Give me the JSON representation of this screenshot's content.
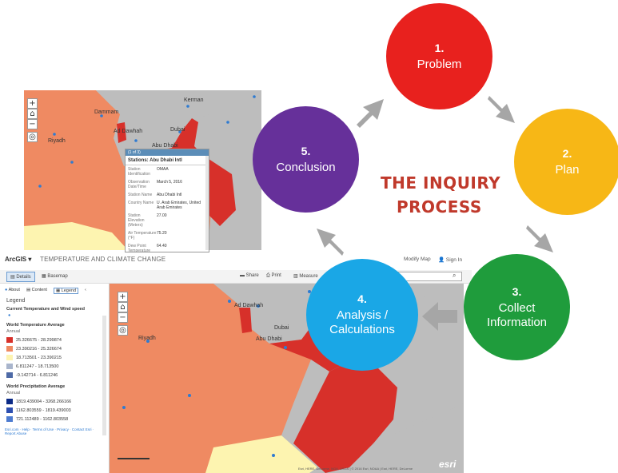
{
  "title": {
    "line1": "THE INQUIRY",
    "line2": "PROCESS"
  },
  "steps": [
    {
      "number": "1.",
      "label": "Problem",
      "color": "#e8211e"
    },
    {
      "number": "2.",
      "label": "Plan",
      "color": "#f7b716"
    },
    {
      "number": "3.",
      "label": "Collect\nInformation",
      "color": "#1f9c3c"
    },
    {
      "number": "4.",
      "label": "Analysis /\nCalculations",
      "color": "#1aa7e6"
    },
    {
      "number": "5.",
      "label": "Conclusion",
      "color": "#66309a"
    }
  ],
  "arrow_color": "#a6a6a6",
  "map_top": {
    "labels": {
      "doha": "Ad Dawhah",
      "riyadh": "Riyadh",
      "abudhabi": "Abu Dhabi",
      "dubai": "Dubai",
      "dammam": "Dammam",
      "shiraz": "Kerman"
    },
    "popup": {
      "pager": "(1 of 3)",
      "title": "Stations: Abu Dhabi Intl",
      "rows": [
        {
          "k": "Station Identification",
          "v": "OMAA"
        },
        {
          "k": "Observation Date/Time",
          "v": "March 5, 2016"
        },
        {
          "k": "Station Name",
          "v": "Abu Dhabi Intl"
        },
        {
          "k": "Country Name",
          "v": "U. Arab Emirates, United Arab Emirates"
        },
        {
          "k": "Station Elevation (Meters)",
          "v": "27.00"
        },
        {
          "k": "Air Temperature (°F)",
          "v": "75.20"
        },
        {
          "k": "Dew Point Temperature",
          "v": "64.40"
        }
      ]
    }
  },
  "arcgis": {
    "brand": "ArcGIS ▾",
    "map_title": "TEMPERATURE AND CLIMATE CHANGE",
    "modify": "Modify Map",
    "signin": "Sign In",
    "toolbar": {
      "details": "Details",
      "basemap": "Basemap",
      "share": "Share",
      "print": "Print",
      "measure": "Measure"
    },
    "tabs": {
      "about": "About",
      "content": "Content",
      "legend": "Legend"
    },
    "legend_heading": "Legend",
    "legend": {
      "current_title": "Current Temperature and Wind speed",
      "temp_title": "World Temperature Average",
      "temp_sub": "Annual",
      "temp_items": [
        {
          "label": "25.326675 - 28.299874",
          "color": "#d7302a"
        },
        {
          "label": "23.390216 - 25.326674",
          "color": "#ef8a62"
        },
        {
          "label": "18.713501 - 23.390215",
          "color": "#fdf4b0"
        },
        {
          "label": "6.811247 - 18.713500",
          "color": "#a9b5cc"
        },
        {
          "label": "-9.142714 - 6.811246",
          "color": "#4e6aa6"
        }
      ],
      "precip_title": "World Precipitation Average",
      "precip_sub": "Annual",
      "precip_items": [
        {
          "label": "1819.439004 - 3268.266166",
          "color": "#0b2a86"
        },
        {
          "label": "1162.803559 - 1819.439003",
          "color": "#2d4fb0"
        },
        {
          "label": "721.112489 - 1162.803558",
          "color": "#4d7bd0"
        }
      ],
      "footer": "Esri.com · Help · Terms of Use · Privacy · Contact Esri · Report Abuse"
    },
    "map_labels": {
      "doha": "Ad Dawhah",
      "riyadh": "Riyadh",
      "abudhabi": "Abu Dhabi",
      "dubai": "Dubai"
    },
    "attribution": "Esri, HERE, DeLorme, NGA, USGS | © 2016 Esri, NOAA | Esri, HERE, DeLorme",
    "esri": "esri"
  }
}
